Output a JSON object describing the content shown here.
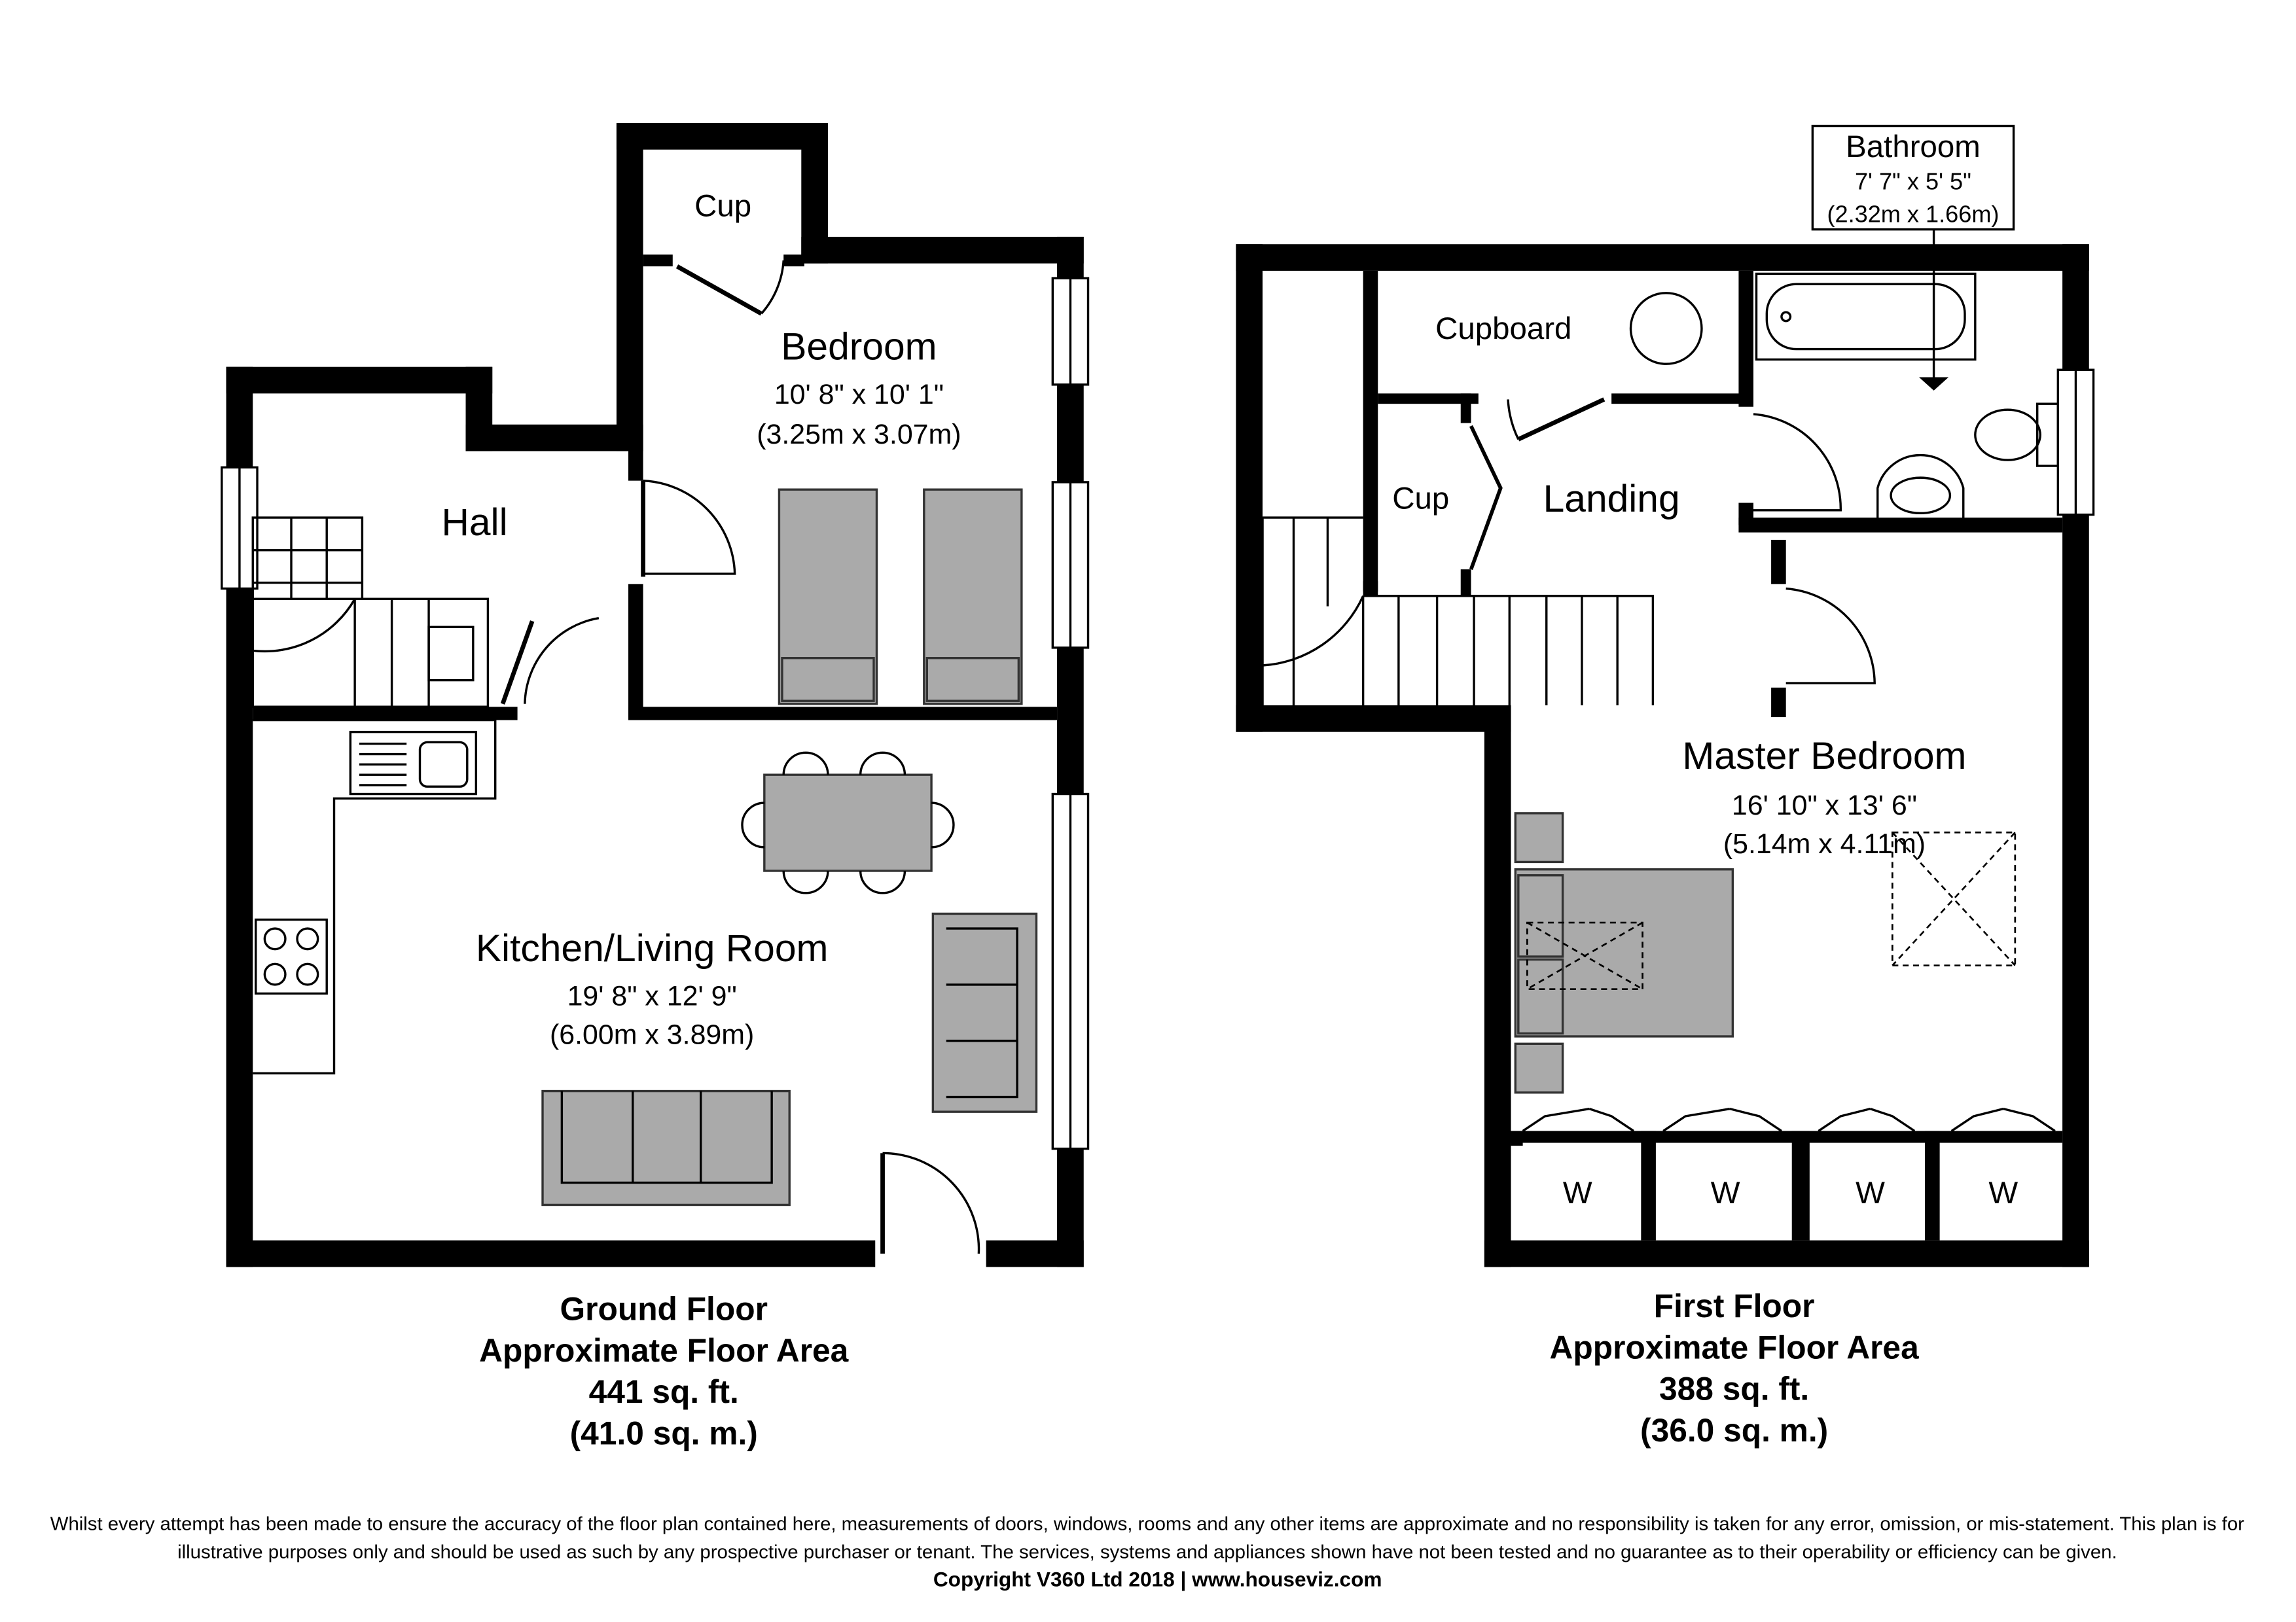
{
  "colors": {
    "walls": "#000000",
    "furniture": "#aaaaaa",
    "background": "#ffffff"
  },
  "ground_floor": {
    "rooms": [
      {
        "name": "Cup"
      },
      {
        "name": "Bedroom",
        "dim_imperial": "10' 8\" x 10' 1\"",
        "dim_metric": "(3.25m x 3.07m)"
      },
      {
        "name": "Hall"
      },
      {
        "name": "Kitchen/Living Room",
        "dim_imperial": "19' 8\" x 12' 9\"",
        "dim_metric": "(6.00m x 3.89m)"
      }
    ],
    "summary": {
      "title": "Ground Floor",
      "label": "Approximate Floor Area",
      "sqft": "441 sq. ft.",
      "sqm": "(41.0 sq. m.)"
    }
  },
  "first_floor": {
    "rooms": [
      {
        "name": "Bathroom",
        "dim_imperial": "7' 7\" x 5' 5\"",
        "dim_metric": "(2.32m x 1.66m)"
      },
      {
        "name": "Cupboard"
      },
      {
        "name": "Cup"
      },
      {
        "name": "Landing"
      },
      {
        "name": "Master Bedroom",
        "dim_imperial": "16' 10\" x 13' 6\"",
        "dim_metric": "(5.14m x 4.11m)"
      }
    ],
    "wardrobes": [
      "W",
      "W",
      "W",
      "W"
    ],
    "summary": {
      "title": "First Floor",
      "label": "Approximate Floor Area",
      "sqft": "388 sq. ft.",
      "sqm": "(36.0 sq. m.)"
    }
  },
  "footer": {
    "disclaimer_line1": "Whilst every attempt has been made to ensure the accuracy of the floor plan contained here, measurements of doors, windows, rooms and any other items are approximate and no responsibility is taken for any error, omission, or mis-statement. This plan is for",
    "disclaimer_line2": "illustrative purposes only and should be used as such by any prospective purchaser or tenant. The services, systems and appliances shown have not been tested and no guarantee as to their operability or efficiency can be given.",
    "copyright": "Copyright V360 Ltd 2018 | www.houseviz.com"
  }
}
